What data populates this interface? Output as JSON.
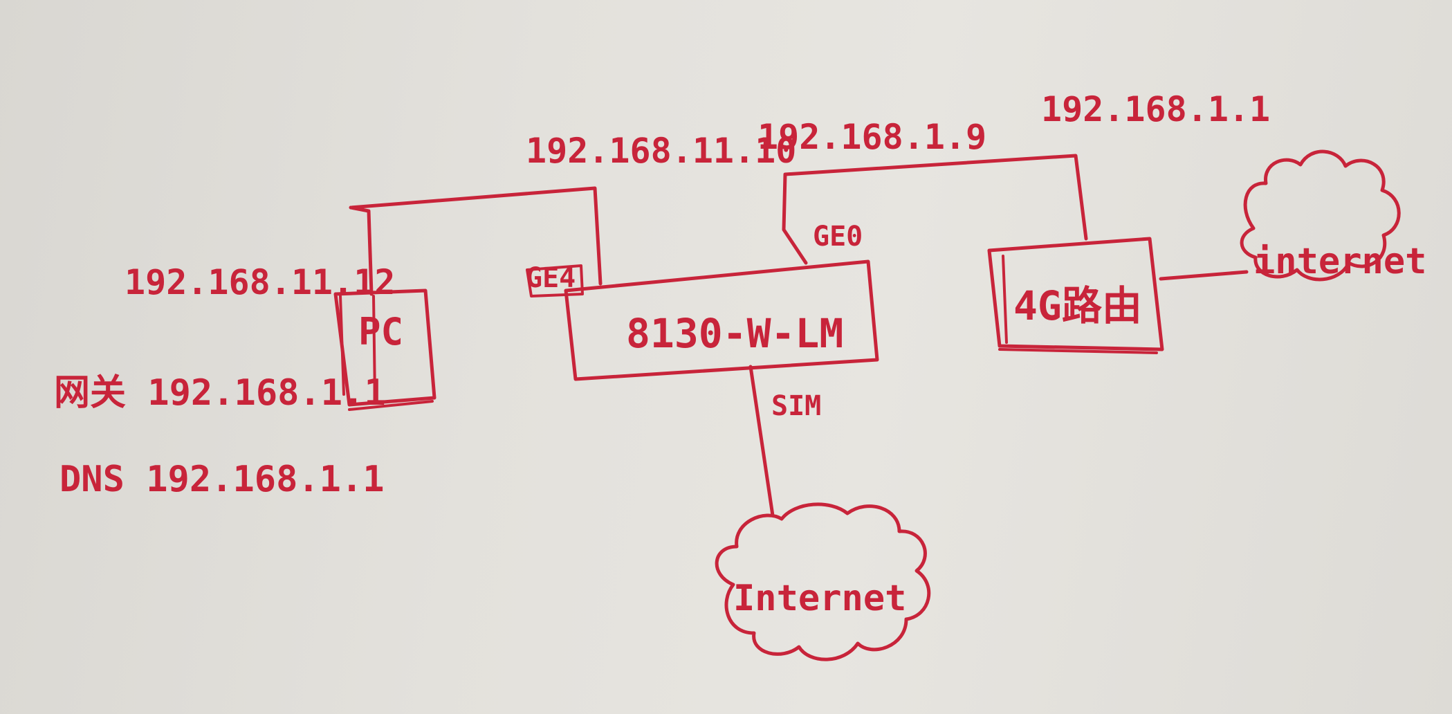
{
  "pc": {
    "label": "PC",
    "ip": "192.168.11.12",
    "gateway": "网关 192.168.1.1",
    "dns": "DNS 192.168.1.1"
  },
  "router": {
    "label": "8130-W-LM",
    "ge4_label": "GE4",
    "ge4_ip": "192.168.11.10",
    "ge0_label": "GE0",
    "ge0_ip": "192.168.1.9",
    "sim_label": "SIM"
  },
  "router_4g": {
    "label": "4G路由",
    "ip": "192.168.1.1"
  },
  "internet_right": {
    "label": "internet"
  },
  "internet_bottom": {
    "label": "Internet"
  },
  "colors": {
    "ink": "#c8243a",
    "paper": "#e3e1dc"
  }
}
